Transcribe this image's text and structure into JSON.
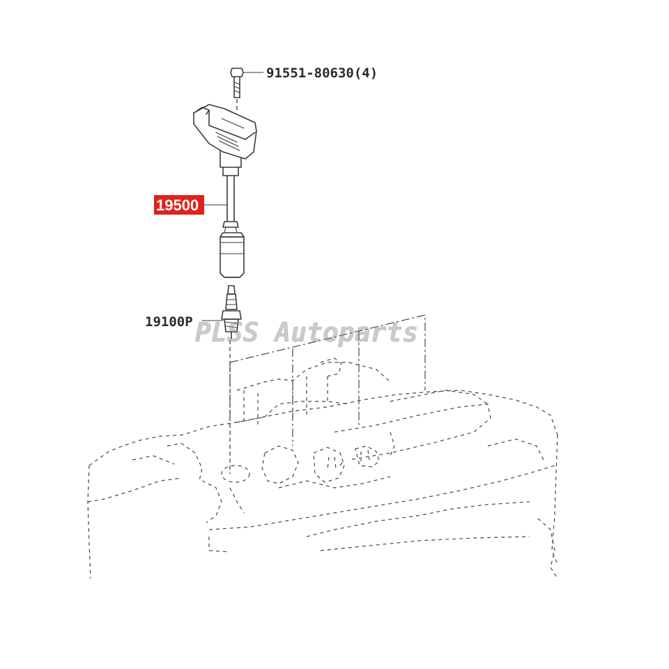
{
  "diagram": {
    "parts": {
      "bolt": {
        "number": "91551-80630(4)"
      },
      "ignition_coil": {
        "number": "19500"
      },
      "spark_plug": {
        "number": "19100P"
      }
    },
    "highlight_color": "#e0221e",
    "watermark": "PLSS Autoparts"
  }
}
